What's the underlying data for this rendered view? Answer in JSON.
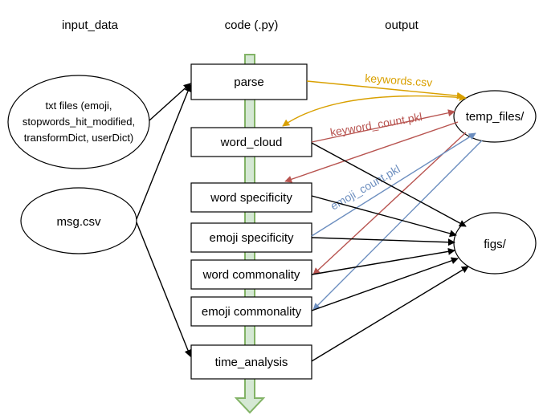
{
  "headers": {
    "input": "input_data",
    "code": "code (.py)",
    "output": "output"
  },
  "inputs": {
    "txt_files": [
      "txt files (emoji,",
      "stopwords_hit_modified,",
      "transformDict, userDict)"
    ],
    "msg_csv": "msg.csv"
  },
  "steps": [
    "parse",
    "word_cloud",
    "word specificity",
    "emoji specificity",
    "word commonality",
    "emoji commonality",
    "time_analysis"
  ],
  "outputs": {
    "temp_files": "temp_files/",
    "figs": "figs/"
  },
  "edge_labels": {
    "keywords": "keywords.csv",
    "keyword_count": "keyword_count.pkl",
    "emoji_count": "emoji_count.pkl"
  },
  "colors": {
    "keywords": "#d9a000",
    "keyword_count": "#b85450",
    "emoji_count": "#6c8ebf",
    "black": "#000000",
    "pipeline_fill": "#d5e8d4",
    "pipeline_stroke": "#82b366"
  }
}
